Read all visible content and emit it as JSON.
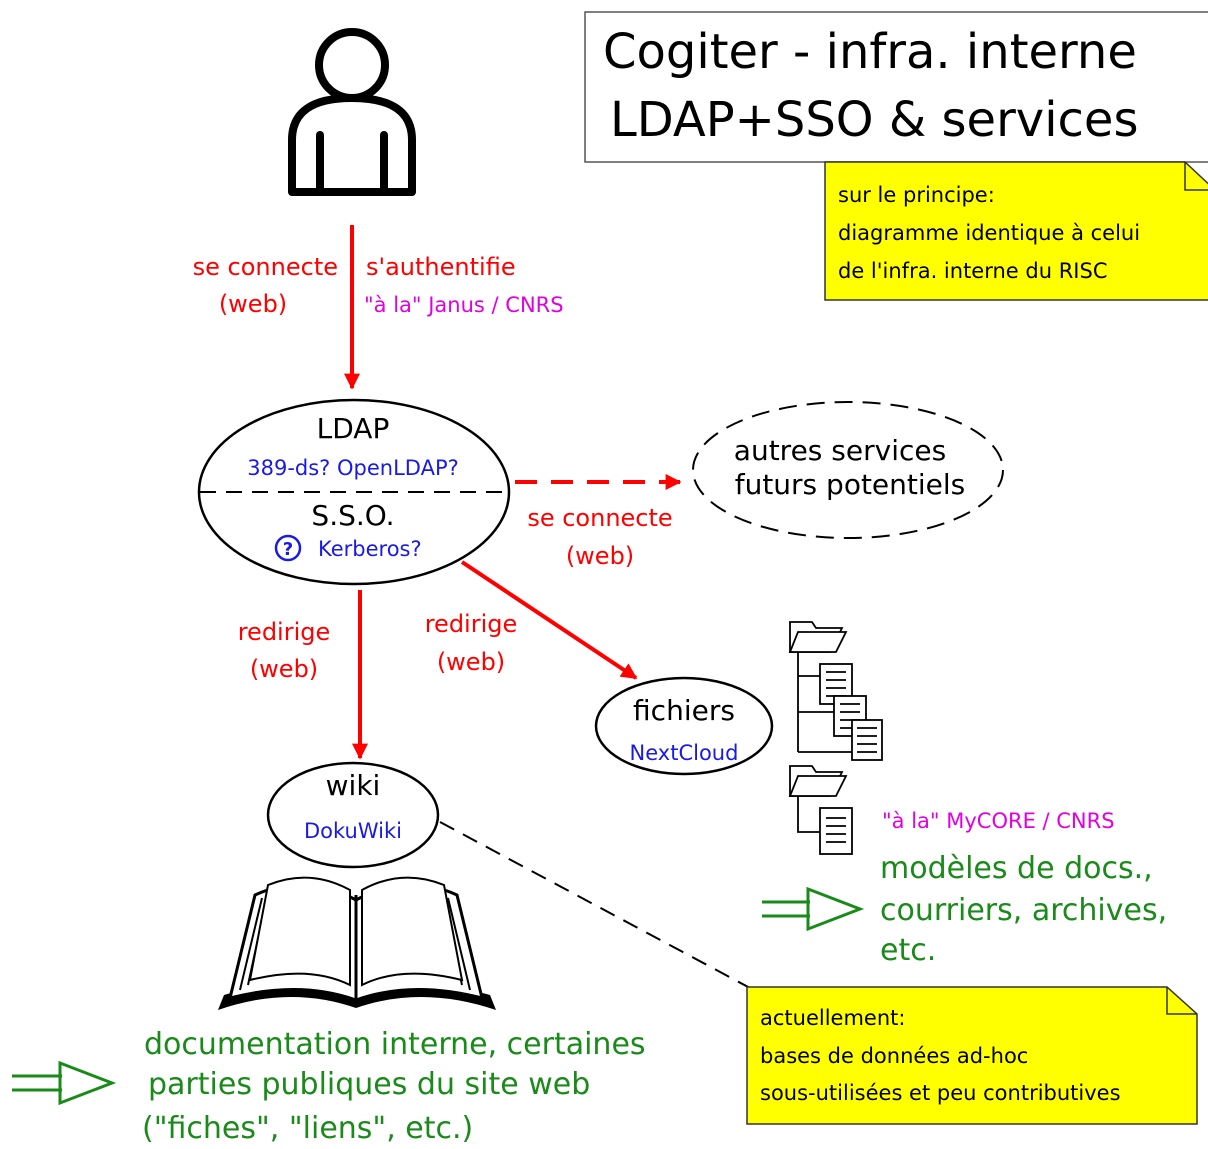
{
  "title": {
    "line1": "Cogiter -  infra. interne",
    "line2": "LDAP+SSO & services"
  },
  "note_top": {
    "line1": "sur le principe:",
    "line2": "diagramme identique à celui",
    "line3": "de l'infra. interne du RISC"
  },
  "user_arrow": {
    "left1": "se connecte",
    "left2": "(web)",
    "right1": "s'authentifie",
    "right2": "\"à la\" Janus / CNRS"
  },
  "ldap_node": {
    "title": "LDAP",
    "ldap_impl": "389-ds? OpenLDAP?",
    "sso_title": "S.S.O.",
    "question_mark": "?",
    "sso_impl": "Kerberos?"
  },
  "future_services": {
    "line1": "autres services",
    "line2": "futurs potentiels",
    "arrow_label1": "se connecte",
    "arrow_label2": "(web)"
  },
  "wiki_arrow": {
    "line1": "redirige",
    "line2": "(web)"
  },
  "files_arrow": {
    "line1": "redirige",
    "line2": "(web)"
  },
  "wiki_node": {
    "title": "wiki",
    "impl": "DokuWiki"
  },
  "files_node": {
    "title": "fichiers",
    "impl": "NextCloud"
  },
  "files_result": {
    "reference": "\"à la\" MyCORE / CNRS",
    "line1": "modèles de docs.,",
    "line2": "courriers, archives,",
    "line3": "etc."
  },
  "wiki_result": {
    "line1": "documentation interne, certaines",
    "line2": "parties publiques du site web",
    "line3": "(\"fiches\", \"liens\", etc.)"
  },
  "note_bottom": {
    "line1": "actuellement:",
    "line2": "bases de données ad-hoc",
    "line3": "sous-utilisées et peu contributives"
  },
  "colors": {
    "red": "#ff0000",
    "blue": "#1a1ae6",
    "magenta": "#e000e0",
    "green": "#1a8a1a",
    "note_yellow": "#ffff00"
  }
}
